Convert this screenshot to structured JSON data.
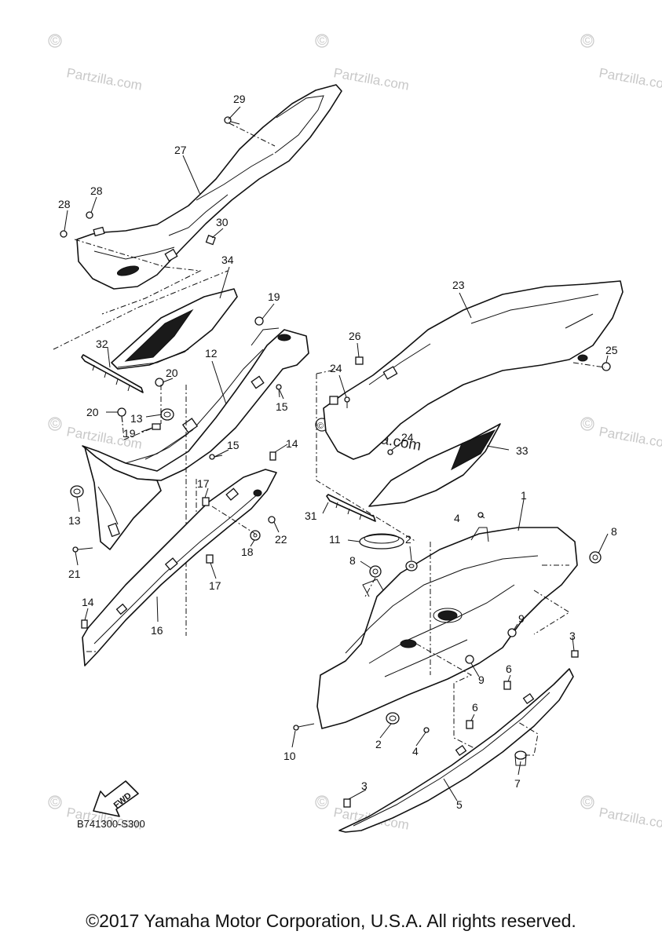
{
  "watermark": {
    "text": "Partzilla.com",
    "center_text": "Partzilla.com",
    "copyright_symbol": "©"
  },
  "diagram_code": "B741300-S300",
  "fwd_label": "FWD",
  "copyright": "©2017 Yamaha Motor Corporation, U.S.A. All rights reserved.",
  "callouts": {
    "c1": "1",
    "c2a": "2",
    "c2b": "2",
    "c3a": "3",
    "c3b": "3",
    "c4a": "4",
    "c4b": "4",
    "c5": "5",
    "c6a": "6",
    "c6b": "6",
    "c7": "7",
    "c8a": "8",
    "c8b": "8",
    "c9a": "9",
    "c9b": "9",
    "c10": "10",
    "c11": "11",
    "c12": "12",
    "c13a": "13",
    "c13b": "13",
    "c14a": "14",
    "c14b": "14",
    "c15a": "15",
    "c15b": "15",
    "c16": "16",
    "c17a": "17",
    "c17b": "17",
    "c18": "18",
    "c19a": "19",
    "c19b": "19",
    "c20a": "20",
    "c20b": "20",
    "c21": "21",
    "c22": "22",
    "c23": "23",
    "c24a": "24",
    "c24b": "24",
    "c25": "25",
    "c26": "26",
    "c27": "27",
    "c28a": "28",
    "c28b": "28",
    "c29": "29",
    "c30": "30",
    "c31": "31",
    "c32": "32",
    "c33": "33",
    "c34": "34"
  }
}
